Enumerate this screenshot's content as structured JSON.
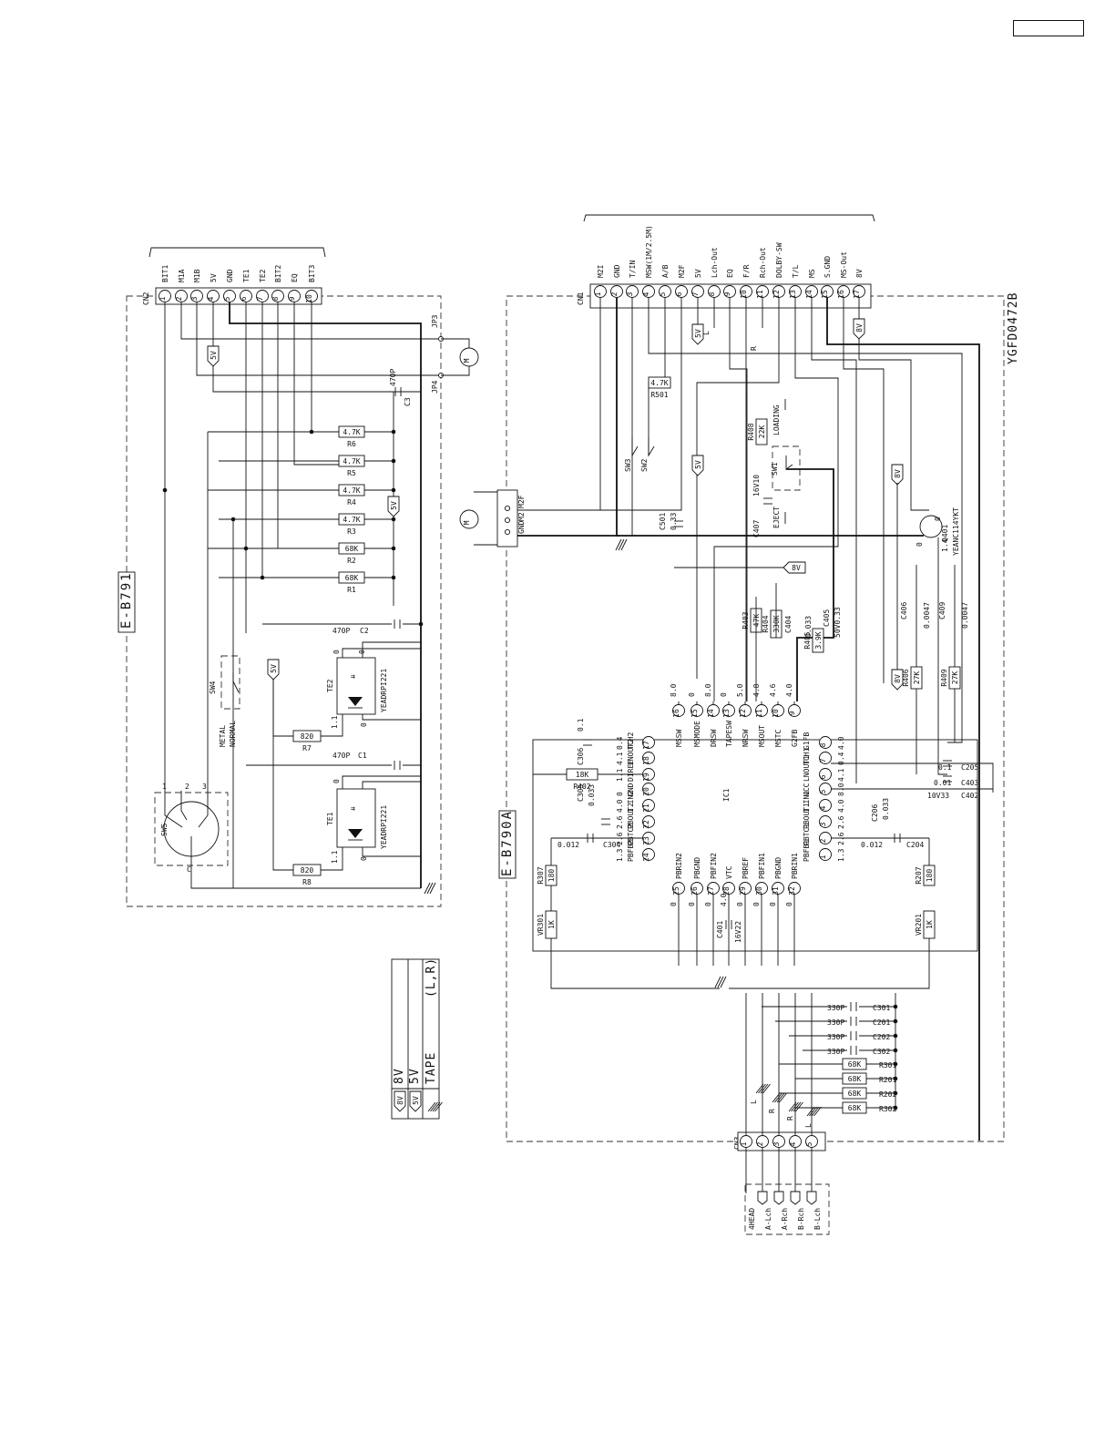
{
  "page_label_box": "",
  "doc_code": "YGFD0472B",
  "board_left": {
    "name": "E-B791",
    "connector": "CN2",
    "pins": [
      {
        "num": "1",
        "signal": "BIT1"
      },
      {
        "num": "2",
        "signal": "M1A"
      },
      {
        "num": "3",
        "signal": "M1B"
      },
      {
        "num": "4",
        "signal": "5V"
      },
      {
        "num": "5",
        "signal": "GND"
      },
      {
        "num": "6",
        "signal": "TE1"
      },
      {
        "num": "7",
        "signal": "TE2"
      },
      {
        "num": "8",
        "signal": "BIT2"
      },
      {
        "num": "9",
        "signal": "EQ"
      },
      {
        "num": "10",
        "signal": "BIT3"
      }
    ],
    "jumpers": [
      "JP3",
      "JP4"
    ],
    "capacitor_c3": [
      "470P",
      "C3"
    ],
    "resistors": [
      {
        "ref": "R6",
        "value": "4.7K"
      },
      {
        "ref": "R5",
        "value": "4.7K"
      },
      {
        "ref": "R4",
        "value": "4.7K"
      },
      {
        "ref": "R3",
        "value": "4.7K"
      },
      {
        "ref": "R2",
        "value": "68K"
      },
      {
        "ref": "R1",
        "value": "68K"
      }
    ],
    "c2": [
      "470P",
      "C2"
    ],
    "c1": [
      "470P",
      "C1"
    ],
    "r7": [
      "820",
      "R7"
    ],
    "r8": [
      "820",
      "R8"
    ],
    "te2": [
      "TE2",
      "YEADRPI221"
    ],
    "te1": [
      "TE1",
      "YEADRPI221"
    ],
    "sw4": [
      "SW4",
      "METAL",
      "NORMAL"
    ],
    "sw5": "SW5",
    "sw5_pins": [
      "1",
      "2",
      "3",
      "C"
    ],
    "pd_values": [
      "0",
      "1.1",
      "0",
      "0",
      "1.1",
      "0"
    ],
    "rail_5v": "5V"
  },
  "board_right": {
    "name": "E-B790A",
    "connector": "CN1",
    "pins": [
      {
        "num": "1",
        "signal": "M2I"
      },
      {
        "num": "2",
        "signal": "GND"
      },
      {
        "num": "3",
        "signal": "T/IN"
      },
      {
        "num": "4",
        "signal": "MSW(1M/2.5M)"
      },
      {
        "num": "5",
        "signal": "A/B"
      },
      {
        "num": "6",
        "signal": "M2F"
      },
      {
        "num": "7",
        "signal": "5V"
      },
      {
        "num": "8",
        "signal": "Lch-Out"
      },
      {
        "num": "9",
        "signal": "EQ"
      },
      {
        "num": "10",
        "signal": "F/R"
      },
      {
        "num": "11",
        "signal": "Rch-Out"
      },
      {
        "num": "12",
        "signal": "DOLBY-SW"
      },
      {
        "num": "13",
        "signal": "T/L"
      },
      {
        "num": "14",
        "signal": "MS"
      },
      {
        "num": "15",
        "signal": "S.GND"
      },
      {
        "num": "16",
        "signal": "MS-Out"
      },
      {
        "num": "17",
        "signal": "8V"
      }
    ],
    "r501": [
      "4.7K",
      "R501"
    ],
    "sw3": "SW3",
    "sw2": "SW2",
    "c501": [
      "C501",
      "0.33"
    ],
    "c407": [
      "C407",
      "16V10"
    ],
    "sw1": "SW1",
    "r408": [
      "R408",
      "22K"
    ],
    "loading": "LOADING",
    "eject": "EJECT",
    "q401": [
      "Q401",
      "YEANC114YKT"
    ],
    "q401_values": [
      "0",
      "1.4",
      "0"
    ],
    "motor_conn": [
      "M2F",
      "M2",
      "GND"
    ],
    "r403": [
      "R403",
      "47K"
    ],
    "r404": [
      "R404",
      "330K"
    ],
    "c404": [
      "C404",
      "0.033"
    ],
    "c405": [
      "C405",
      "50V0.33"
    ],
    "r405": [
      "R405",
      "3.9K"
    ],
    "c406": [
      "C406",
      "0.0047"
    ],
    "r406": [
      "R406",
      "27K"
    ],
    "c409": [
      "C409",
      "0.0047"
    ],
    "r409": [
      "R409",
      "27K"
    ],
    "ic": "IC1",
    "ic_top_pins": [
      {
        "num": "16",
        "name": "MSSW",
        "v": "8.0"
      },
      {
        "num": "15",
        "name": "MSMODE",
        "v": "0"
      },
      {
        "num": "14",
        "name": "DRSW",
        "v": "8.0"
      },
      {
        "num": "13",
        "name": "TAPESW",
        "v": "0"
      },
      {
        "num": "12",
        "name": "NRSW",
        "v": "5.0"
      },
      {
        "num": "11",
        "name": "MSOUT",
        "v": "4.8"
      },
      {
        "num": "10",
        "name": "MSTC",
        "v": "4.6"
      },
      {
        "num": "9",
        "name": "G2FB",
        "v": "4.0"
      }
    ],
    "ic_left_pins": [
      {
        "num": "17",
        "name": "TCH2",
        "v": "0.4"
      },
      {
        "num": "18",
        "name": "LNOUT2",
        "v": "4.1"
      },
      {
        "num": "19",
        "name": "DIREF",
        "v": "1.1"
      },
      {
        "num": "20",
        "name": "GND",
        "v": "0"
      },
      {
        "num": "21",
        "name": "I.IN2",
        "v": "4.0"
      },
      {
        "num": "22",
        "name": "PBOUT2",
        "v": "2.6"
      },
      {
        "num": "23",
        "name": "PBTC2",
        "v": "2.6"
      },
      {
        "num": "24",
        "name": "PBFB2",
        "v": "1.3"
      }
    ],
    "ic_right_pins": [
      {
        "num": "8",
        "name": "G1FB",
        "v": "4.0"
      },
      {
        "num": "7",
        "name": "TCH1",
        "v": "0.4"
      },
      {
        "num": "6",
        "name": "LNOUT1",
        "v": "4.1"
      },
      {
        "num": "5",
        "name": "VCC",
        "v": "8.0"
      },
      {
        "num": "4",
        "name": "I.IN1",
        "v": "4.0"
      },
      {
        "num": "3",
        "name": "PBOUT1",
        "v": "2.6"
      },
      {
        "num": "2",
        "name": "PBTC1",
        "v": "2.6"
      },
      {
        "num": "1",
        "name": "PBFB1",
        "v": "1.3"
      }
    ],
    "ic_bottom_pins": [
      {
        "num": "25",
        "name": "PBRIN2",
        "v": "0"
      },
      {
        "num": "26",
        "name": "PBGND",
        "v": "0"
      },
      {
        "num": "27",
        "name": "PBFIN2",
        "v": "0"
      },
      {
        "num": "28",
        "name": "VTC",
        "v": "4.0"
      },
      {
        "num": "29",
        "name": "PBREF",
        "v": "0"
      },
      {
        "num": "30",
        "name": "PBFIN1",
        "v": "0"
      },
      {
        "num": "31",
        "name": "PBGND",
        "v": "0"
      },
      {
        "num": "32",
        "name": "PBRIN1",
        "v": "0"
      }
    ],
    "c306": [
      "0.1",
      "C306"
    ],
    "r402": [
      "18K",
      "R402"
    ],
    "c305": [
      "C305",
      "0.033"
    ],
    "c304": [
      "0.012",
      "C304"
    ],
    "r307": [
      "R307",
      "180"
    ],
    "vr301": [
      "VR301",
      "1K"
    ],
    "c401": [
      "C401",
      "16V22"
    ],
    "c205": [
      "0.1",
      "C205"
    ],
    "c403": [
      "0.01",
      "C403"
    ],
    "c402": [
      "10V33",
      "C402"
    ],
    "c206": [
      "C206",
      "0.033"
    ],
    "c204": [
      "0.012",
      "C204"
    ],
    "r207": [
      "R207",
      "180"
    ],
    "vr201": [
      "VR201",
      "1K"
    ],
    "caps_bottom": [
      {
        "ref": "C301",
        "value": "330P"
      },
      {
        "ref": "C201",
        "value": "330P"
      },
      {
        "ref": "C202",
        "value": "330P"
      },
      {
        "ref": "C302",
        "value": "330P"
      }
    ],
    "res_bottom": [
      {
        "ref": "R301",
        "value": "68K"
      },
      {
        "ref": "R201",
        "value": "68K"
      },
      {
        "ref": "R202",
        "value": "68K"
      },
      {
        "ref": "R302",
        "value": "68K"
      }
    ],
    "cn3": "CN3",
    "cn3_pins": [
      "1",
      "2",
      "3",
      "4",
      "5"
    ],
    "head": [
      "4HEAD",
      "A-Lch",
      "A-Rch",
      "B-Rch",
      "B-Lch"
    ],
    "rail_8v": "8V",
    "rail_5v": "5V",
    "ch_L": "L",
    "ch_R": "R"
  },
  "legend": {
    "rows": [
      {
        "symbol": "8V",
        "text": "8V"
      },
      {
        "symbol": "5V",
        "text": "5V"
      },
      {
        "symbol": "tape-icon",
        "text": "TAPE",
        "extra": "(L,R)"
      }
    ]
  }
}
